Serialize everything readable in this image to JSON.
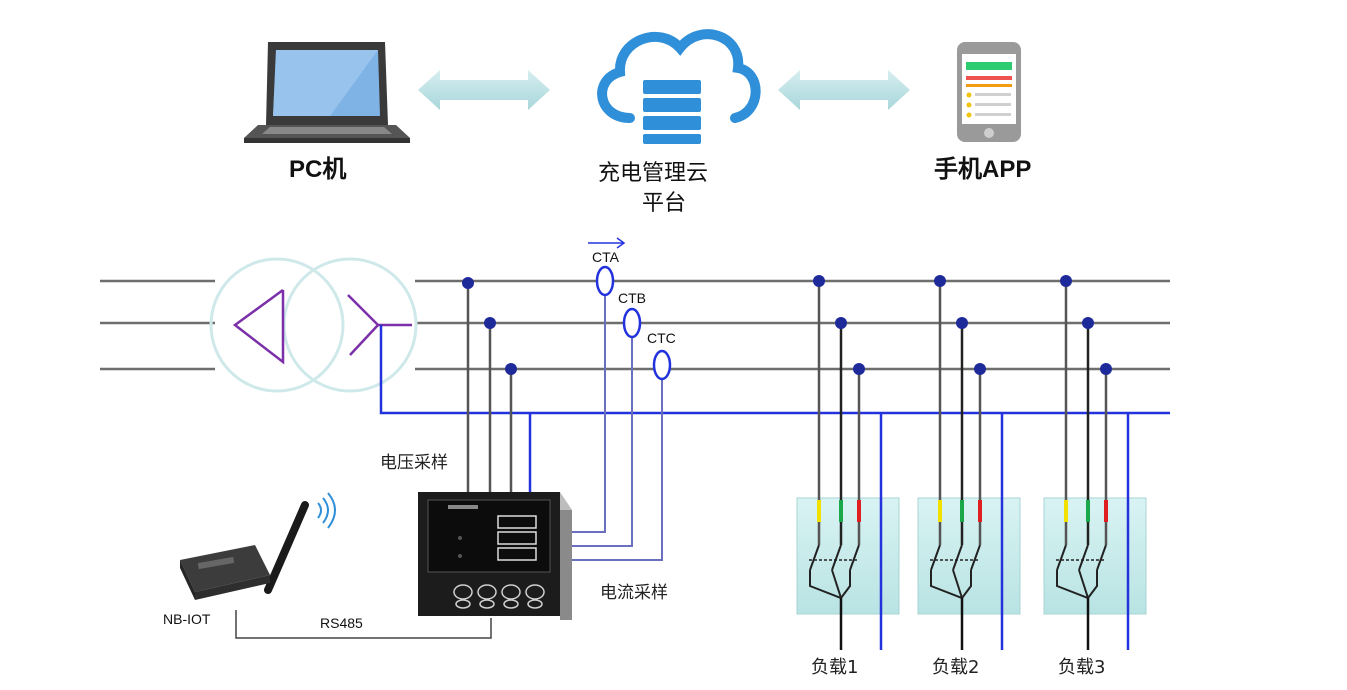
{
  "top": {
    "pc_label": "PC机",
    "cloud_label_line1": "充电管理云",
    "cloud_label_line2": "平台",
    "app_label": "手机APP"
  },
  "circuit": {
    "cta": "CTA",
    "ctb": "CTB",
    "ctc": "CTC",
    "voltage_sampling": "电压采样",
    "current_sampling": "电流采样",
    "nbiot": "NB-IOT",
    "rs485": "RS485"
  },
  "loads": [
    {
      "label": "负载1"
    },
    {
      "label": "负载2"
    },
    {
      "label": "负载3"
    }
  ],
  "colors": {
    "bus_line": "#6e6e6e",
    "neutral_line": "#2233dd",
    "junction": "#1f2a9a",
    "transformer_symbol": "#7b2fa8",
    "cloud_blue": "#2f8fd8",
    "arrow_cyan": "#bfe3e6",
    "phase_yellow": "#f2e000",
    "phase_green": "#1aa84a",
    "phase_red": "#e02020",
    "breaker_box": "#cdeeee"
  }
}
